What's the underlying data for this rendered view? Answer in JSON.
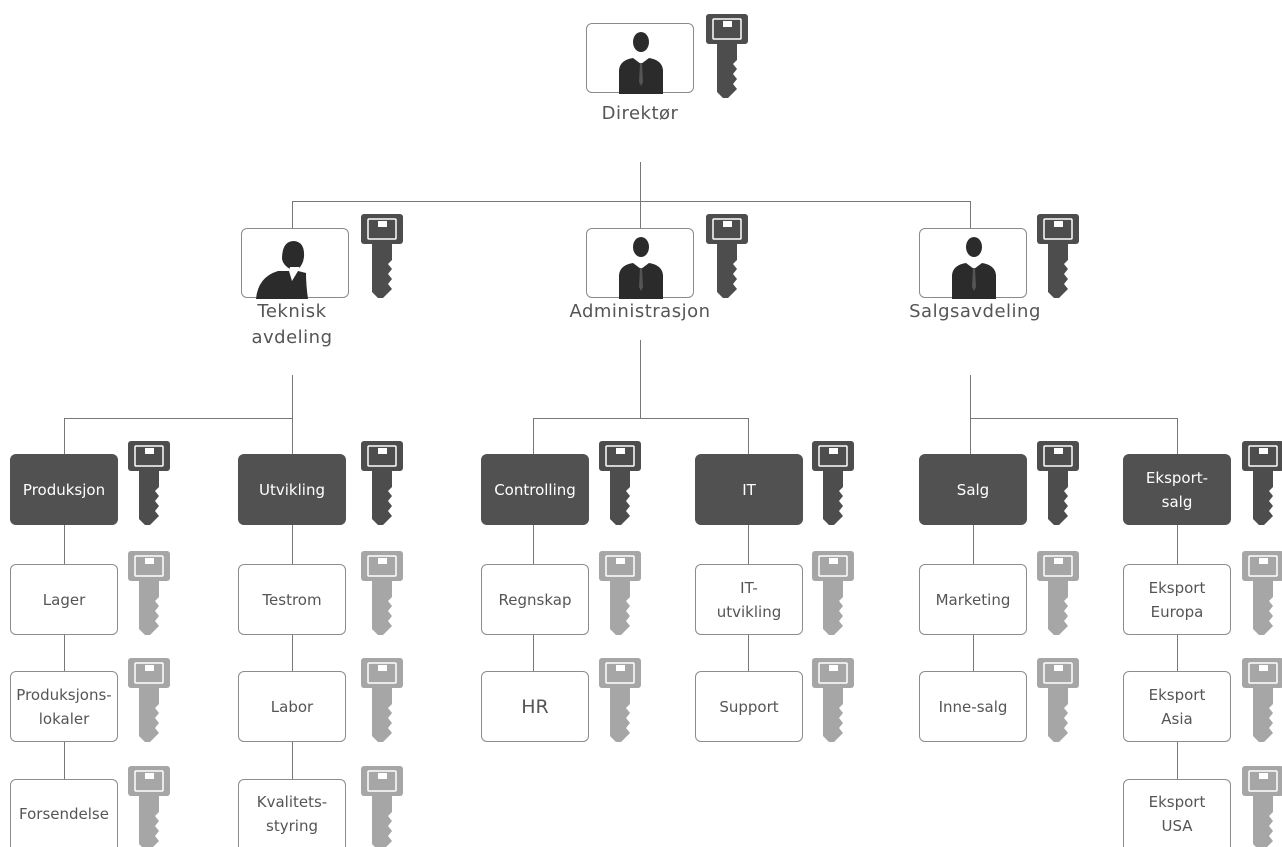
{
  "colors": {
    "dark_box": "#515151",
    "dark_key": "#4d4d4d",
    "light_key": "#a6a6a6",
    "line": "#777777",
    "text": "#555555"
  },
  "top": {
    "label": "Direktør"
  },
  "departments": [
    {
      "label": "Teknisk\navdeling"
    },
    {
      "label": "Administrasjon"
    },
    {
      "label": "Salgsavdeling"
    }
  ],
  "units": [
    {
      "label": "Produksjon",
      "children": [
        "Lager",
        "Produksjons-\nlokaler",
        "Forsendelse"
      ]
    },
    {
      "label": "Utvikling",
      "children": [
        "Testrom",
        "Labor",
        "Kvalitets-\nstyring"
      ]
    },
    {
      "label": "Controlling",
      "children": [
        "Regnskap",
        "HR"
      ]
    },
    {
      "label": "IT",
      "children": [
        "IT-\nutvikling",
        "Support"
      ]
    },
    {
      "label": "Salg",
      "children": [
        "Marketing",
        "Inne-salg"
      ]
    },
    {
      "label": "Eksport-\nsalg",
      "children": [
        "Eksport\nEuropa",
        "Eksport\nAsia",
        "Eksport\nUSA"
      ]
    }
  ],
  "icons": {
    "person": "person-silhouette-icon",
    "key": "key-icon"
  }
}
